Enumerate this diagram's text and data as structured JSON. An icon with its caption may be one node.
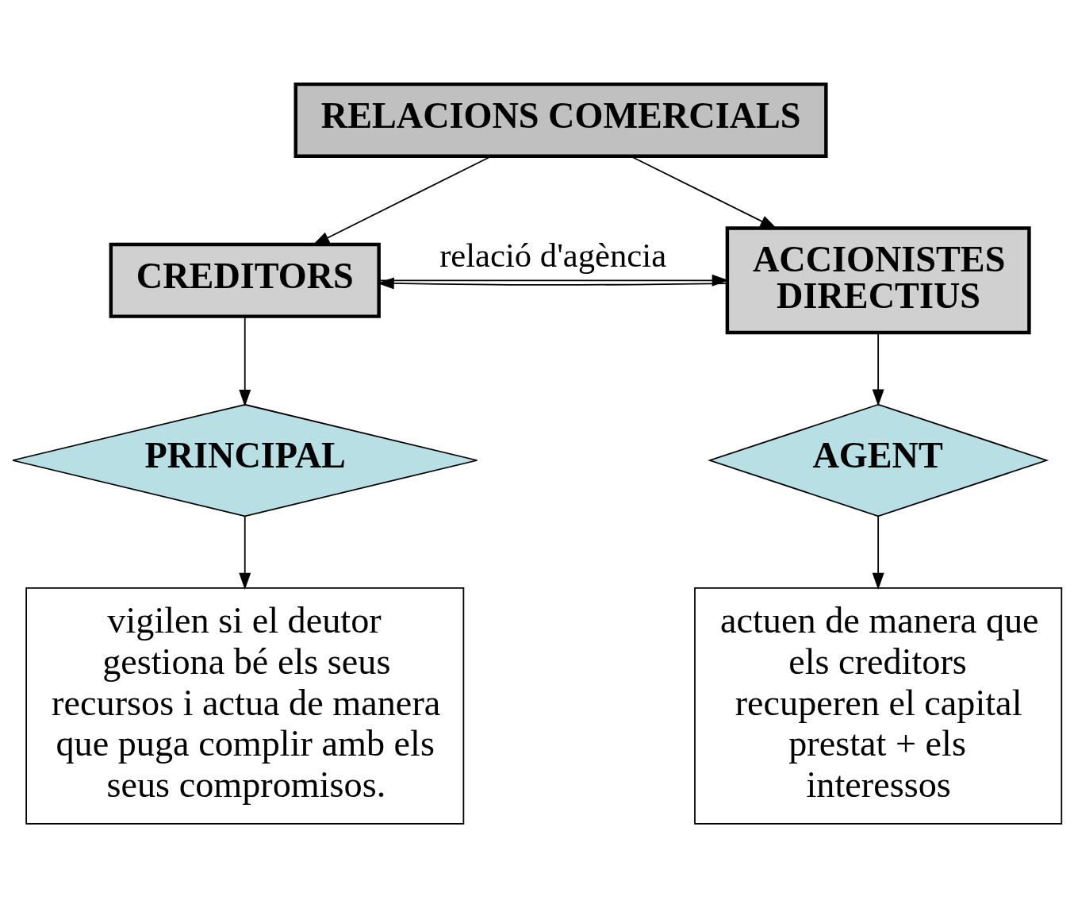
{
  "diagram": {
    "nodes": [
      {
        "text": [
          "RELACIONS COMERCIALS"
        ]
      },
      {
        "text": [
          "CREDITORS"
        ]
      },
      {
        "text": [
          "ACCIONISTES DIRECTIUS"
        ]
      },
      {
        "text": [
          "PRINCIPAL"
        ]
      },
      {
        "text": [
          "AGENT"
        ]
      },
      {
        "text": [
          "vigilen si el deutor gestiona bé els seus recursos i actua de manera que puga complir amb els seus compromisos."
        ]
      },
      {
        "text": [
          "actuen de manera que els creditors recuperen el capital prestat + els interessos"
        ]
      }
    ],
    "edges": [
      {
        "from": 0,
        "to": 1,
        "arrow": "to"
      },
      {
        "from": 0,
        "to": 2,
        "arrow": "to"
      },
      {
        "from": 1,
        "to": 2,
        "arrow": "to",
        "label": "relació d'agència"
      },
      {
        "from": 2,
        "to": 1,
        "arrow": "to"
      },
      {
        "from": 1,
        "to": 3,
        "arrow": "to"
      },
      {
        "from": 3,
        "to": 5,
        "arrow": "to"
      },
      {
        "from": 2,
        "to": 4,
        "arrow": "to"
      },
      {
        "from": 4,
        "to": 6,
        "arrow": "to"
      }
    ]
  }
}
